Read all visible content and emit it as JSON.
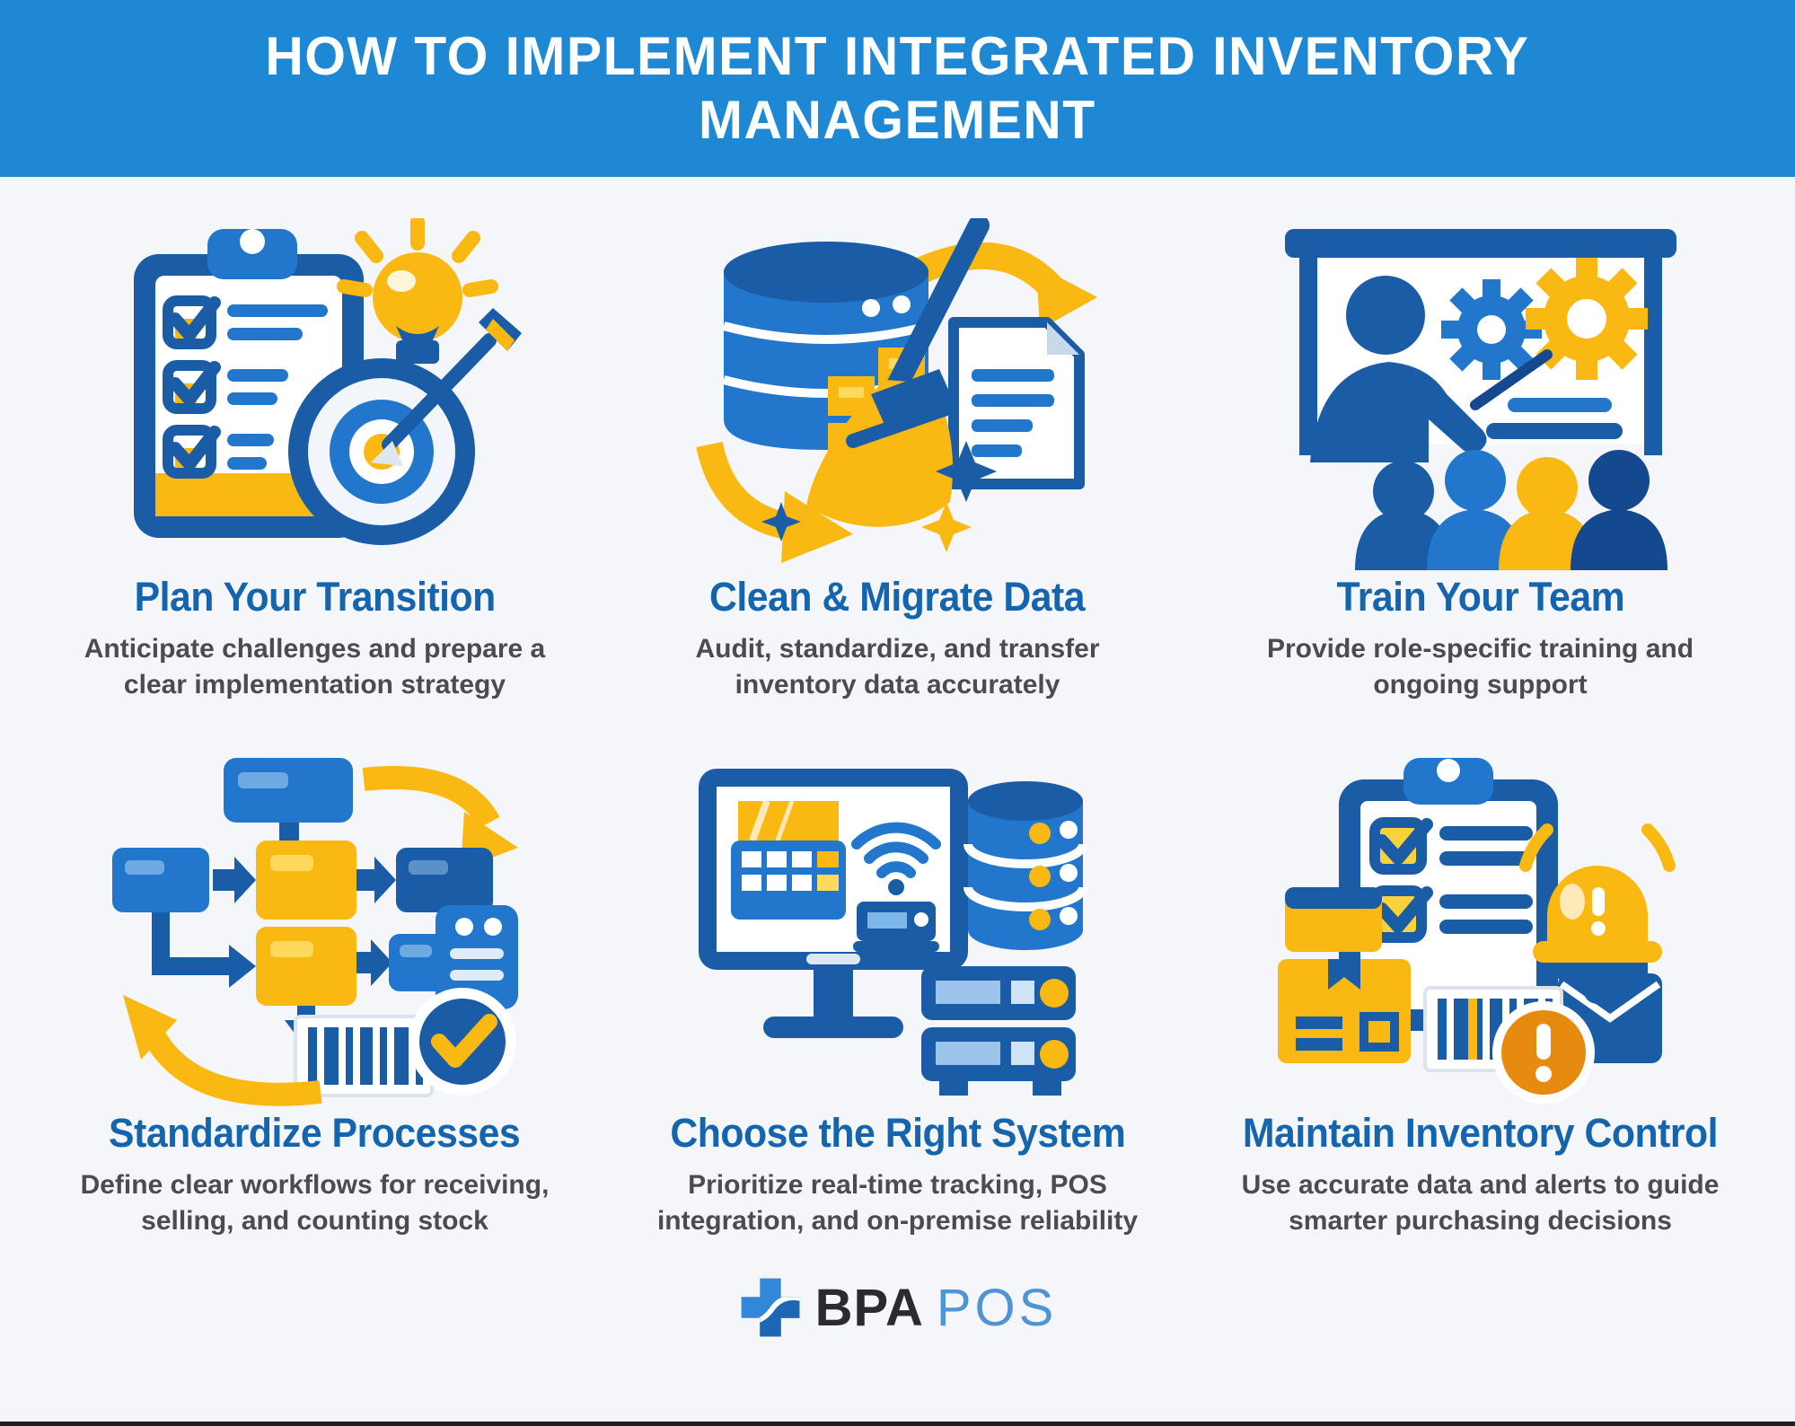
{
  "header": {
    "title_line1": "HOW TO IMPLEMENT INTEGRATED INVENTORY",
    "title_line2": "MANAGEMENT"
  },
  "steps": [
    {
      "icon": "clipboard-target-lightbulb-icon",
      "title": "Plan Your Transition",
      "description": "Anticipate challenges and prepare a clear implementation strategy"
    },
    {
      "icon": "database-broom-document-icon",
      "title": "Clean & Migrate Data",
      "description": "Audit, standardize, and transfer inventory data accurately"
    },
    {
      "icon": "trainer-presentation-audience-icon",
      "title": "Train Your Team",
      "description": "Provide role-specific training and ongoing support"
    },
    {
      "icon": "flowchart-barcode-checkmark-icon",
      "title": "Standardize Processes",
      "description": "Define clear workflows for receiving, selling, and counting stock"
    },
    {
      "icon": "pos-monitor-servers-icon",
      "title": "Choose the Right System",
      "description": "Prioritize real-time tracking, POS integration, and on-premise reliability"
    },
    {
      "icon": "checklist-bell-alert-icon",
      "title": "Maintain Inventory Control",
      "description": "Use accurate data and alerts to guide smarter purchasing decisions"
    }
  ],
  "footer": {
    "logo_text_bold": "BPA",
    "logo_text_light": "POS",
    "logo_icon": "bpa-cross-icon"
  },
  "colors": {
    "header_bg": "#1f88d4",
    "step_title_blue": "#1565ae",
    "description_gray": "#4b4b52",
    "icon_dark_blue": "#1b5ca6",
    "icon_mid_blue": "#2277cc",
    "icon_yellow": "#f9b912",
    "alert_orange": "#e78a10",
    "background": "#f4f6f9"
  }
}
